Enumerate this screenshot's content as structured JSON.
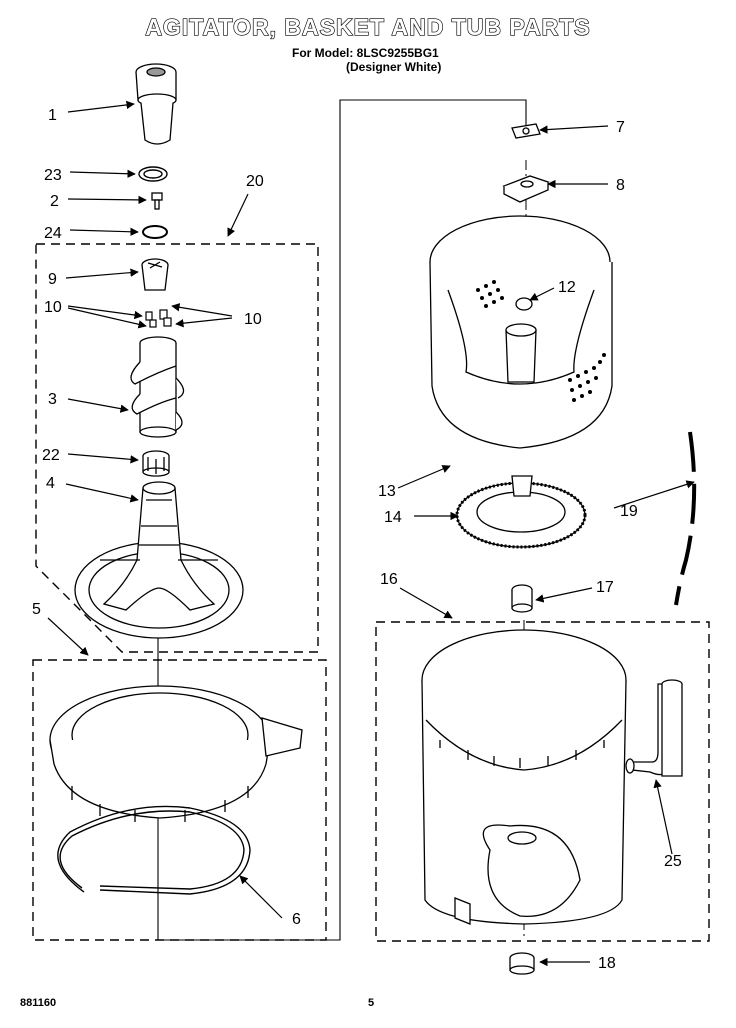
{
  "header": {
    "title": "AGITATOR, BASKET AND TUB PARTS",
    "model_line": "For Model: 8LSC9255BG1",
    "variant": "(Designer White)"
  },
  "footer": {
    "doc_number": "881160",
    "page_number": "5"
  },
  "callouts": [
    {
      "id": "c1",
      "label": "1"
    },
    {
      "id": "c23",
      "label": "23"
    },
    {
      "id": "c2",
      "label": "2"
    },
    {
      "id": "c24",
      "label": "24"
    },
    {
      "id": "c20",
      "label": "20"
    },
    {
      "id": "c9",
      "label": "9"
    },
    {
      "id": "c10a",
      "label": "10"
    },
    {
      "id": "c10b",
      "label": "10"
    },
    {
      "id": "c3",
      "label": "3"
    },
    {
      "id": "c22",
      "label": "22"
    },
    {
      "id": "c4",
      "label": "4"
    },
    {
      "id": "c5",
      "label": "5"
    },
    {
      "id": "c6",
      "label": "6"
    },
    {
      "id": "c7",
      "label": "7"
    },
    {
      "id": "c8",
      "label": "8"
    },
    {
      "id": "c12",
      "label": "12"
    },
    {
      "id": "c13",
      "label": "13"
    },
    {
      "id": "c14",
      "label": "14"
    },
    {
      "id": "c19",
      "label": "19"
    },
    {
      "id": "c16",
      "label": "16"
    },
    {
      "id": "c17",
      "label": "17"
    },
    {
      "id": "c25",
      "label": "25"
    },
    {
      "id": "c18",
      "label": "18"
    }
  ],
  "parts": [
    {
      "name": "agitator-cap-part",
      "icon": "cap-cup-icon"
    },
    {
      "name": "cam-ring-part",
      "icon": "ring-icon"
    },
    {
      "name": "bolt-part",
      "icon": "bolt-icon"
    },
    {
      "name": "seal-ring-part",
      "icon": "o-ring-icon"
    },
    {
      "name": "dog-cam-part",
      "icon": "cam-icon"
    },
    {
      "name": "dog-parts",
      "icon": "small-clip-icon"
    },
    {
      "name": "auger-part",
      "icon": "auger-icon"
    },
    {
      "name": "bearing-part",
      "icon": "bearing-icon"
    },
    {
      "name": "agitator-base-part",
      "icon": "agitator-base-icon"
    },
    {
      "name": "tub-ring-part",
      "icon": "tub-ring-icon"
    },
    {
      "name": "wire-ring-part",
      "icon": "wire-ring-icon"
    },
    {
      "name": "spin-basket-part",
      "icon": "basket-icon"
    },
    {
      "name": "drive-block-part",
      "icon": "block-icon"
    },
    {
      "name": "balance-ring-part",
      "icon": "balance-ring-icon"
    },
    {
      "name": "tube-part",
      "icon": "tube-icon"
    },
    {
      "name": "tub-part",
      "icon": "tub-icon"
    },
    {
      "name": "hose-part",
      "icon": "hose-icon"
    },
    {
      "name": "seal-part",
      "icon": "seal-icon"
    }
  ]
}
